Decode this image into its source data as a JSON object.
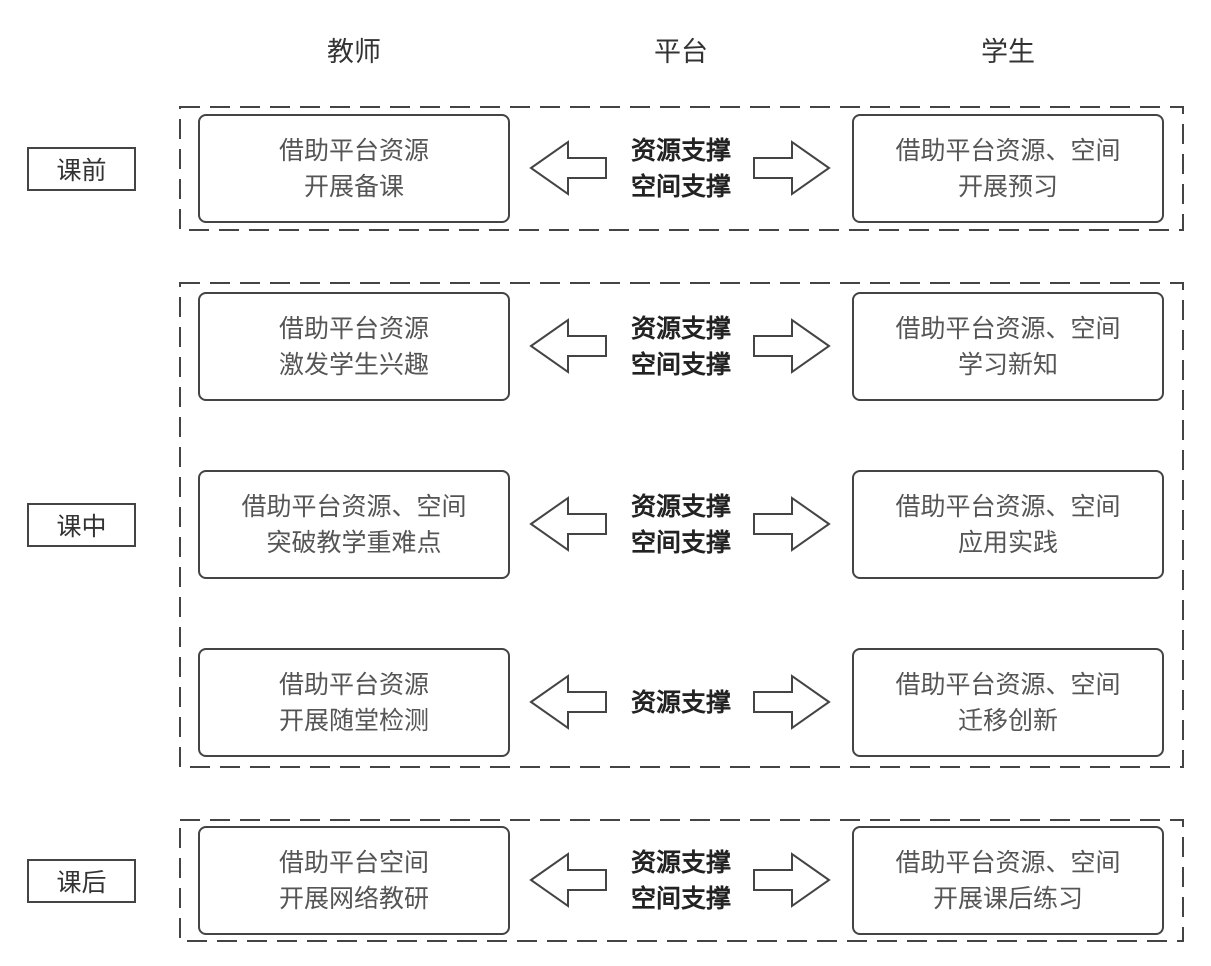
{
  "columns": {
    "teacher": "教师",
    "platform": "平台",
    "student": "学生"
  },
  "phases": [
    {
      "label": "课前",
      "rows": [
        {
          "teacher": [
            "借助平台资源",
            "开展备课"
          ],
          "support": [
            "资源支撑",
            "空间支撑"
          ],
          "student": [
            "借助平台资源、空间",
            "开展预习"
          ]
        }
      ]
    },
    {
      "label": "课中",
      "rows": [
        {
          "teacher": [
            "借助平台资源",
            "激发学生兴趣"
          ],
          "support": [
            "资源支撑",
            "空间支撑"
          ],
          "student": [
            "借助平台资源、空间",
            "学习新知"
          ]
        },
        {
          "teacher": [
            "借助平台资源、空间",
            "突破教学重难点"
          ],
          "support": [
            "资源支撑",
            "空间支撑"
          ],
          "student": [
            "借助平台资源、空间",
            "应用实践"
          ]
        },
        {
          "teacher": [
            "借助平台资源",
            "开展随堂检测"
          ],
          "support": [
            "资源支撑"
          ],
          "student": [
            "借助平台资源、空间",
            "迁移创新"
          ]
        }
      ]
    },
    {
      "label": "课后",
      "rows": [
        {
          "teacher": [
            "借助平台空间",
            "开展网络教研"
          ],
          "support": [
            "资源支撑",
            "空间支撑"
          ],
          "student": [
            "借助平台资源、空间",
            "开展课后练习"
          ]
        }
      ]
    }
  ]
}
